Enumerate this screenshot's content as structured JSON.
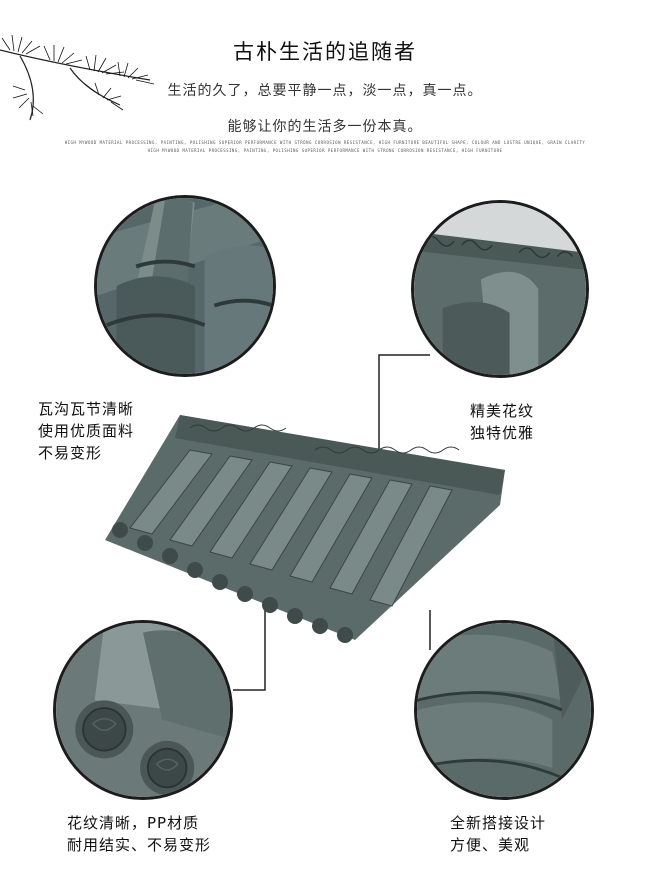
{
  "header": {
    "title": "古朴生活的追随者",
    "line1": "生活的久了，总要平静一点，淡一点，真一点。",
    "line2": "能够让你的生活多一份本真。",
    "fine1": "HIGH MYWOOD MATERIAL PROCESSING, PAINTING, POLISHING SUPERIOR PERFORMANCE WITH STRONG CORROSION RESISTANCE, HIGH FURNITURE BEAUTIFUL SHAPE, COLOUR AND LUSTRE UNIQUE, GRAIN CLARITY",
    "fine2": "HIGH MYWOOD MATERIAL PROCESSING, PAINTING, POLISHING SUPERIOR PERFORMANCE WITH STRONG CORROSION RESISTANCE, HIGH FURNITURE"
  },
  "features": {
    "f1": {
      "line1": "瓦沟瓦节清晰",
      "line2": "使用优质面料",
      "line3": "不易变形"
    },
    "f2": {
      "line1": "精美花纹",
      "line2": "独特优雅"
    },
    "f3": {
      "line1": "花纹清晰，PP材质",
      "line2": "耐用结实、不易变形"
    },
    "f4": {
      "line1": "全新搭接设计",
      "line2": "方便、美观"
    }
  },
  "colors": {
    "tile": "#5d6e6a",
    "tile_dark": "#3f4d4a",
    "tile_light": "#8a9895",
    "line": "#1c1c1c"
  }
}
